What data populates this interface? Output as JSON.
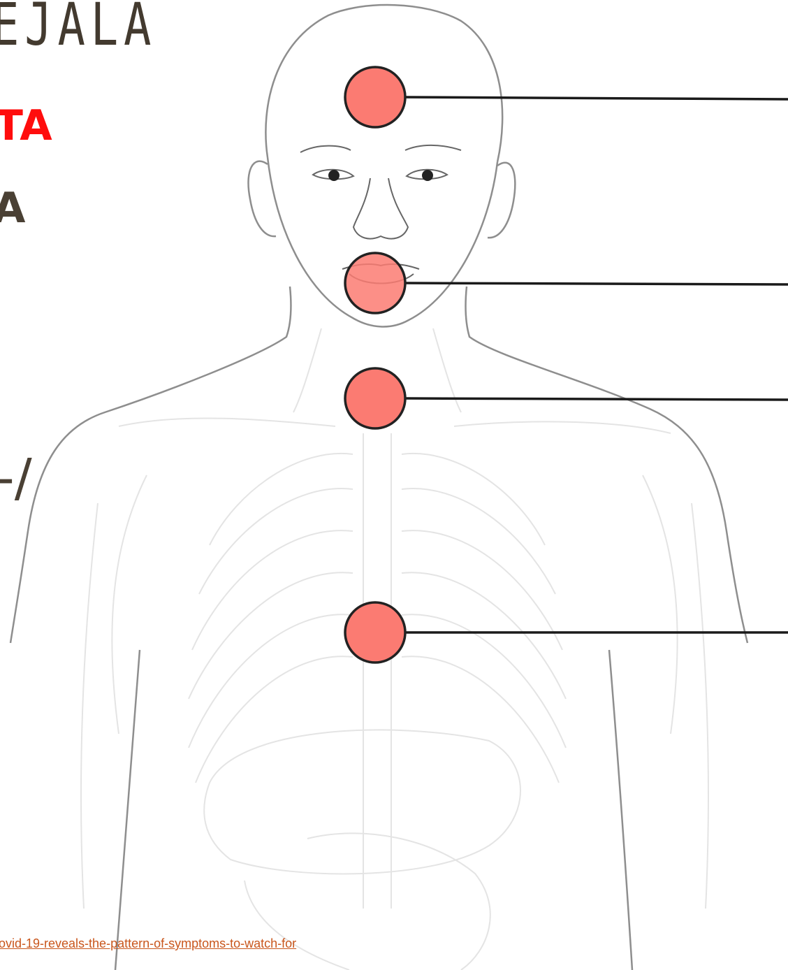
{
  "slide": {
    "title": "EJALA",
    "line_red": "TA",
    "line_dark": "A",
    "line_slash": "-/",
    "source_link": "ovid-19-reveals-the-pattern-of-symptoms-to-watch-for"
  },
  "colors": {
    "title": "#433a2f",
    "accent_red": "#ff0d0d",
    "marker_fill": "#fb7b72",
    "link": "#c9561c"
  },
  "markers": [
    {
      "region": "head"
    },
    {
      "region": "mouth"
    },
    {
      "region": "throat"
    },
    {
      "region": "chest"
    }
  ]
}
